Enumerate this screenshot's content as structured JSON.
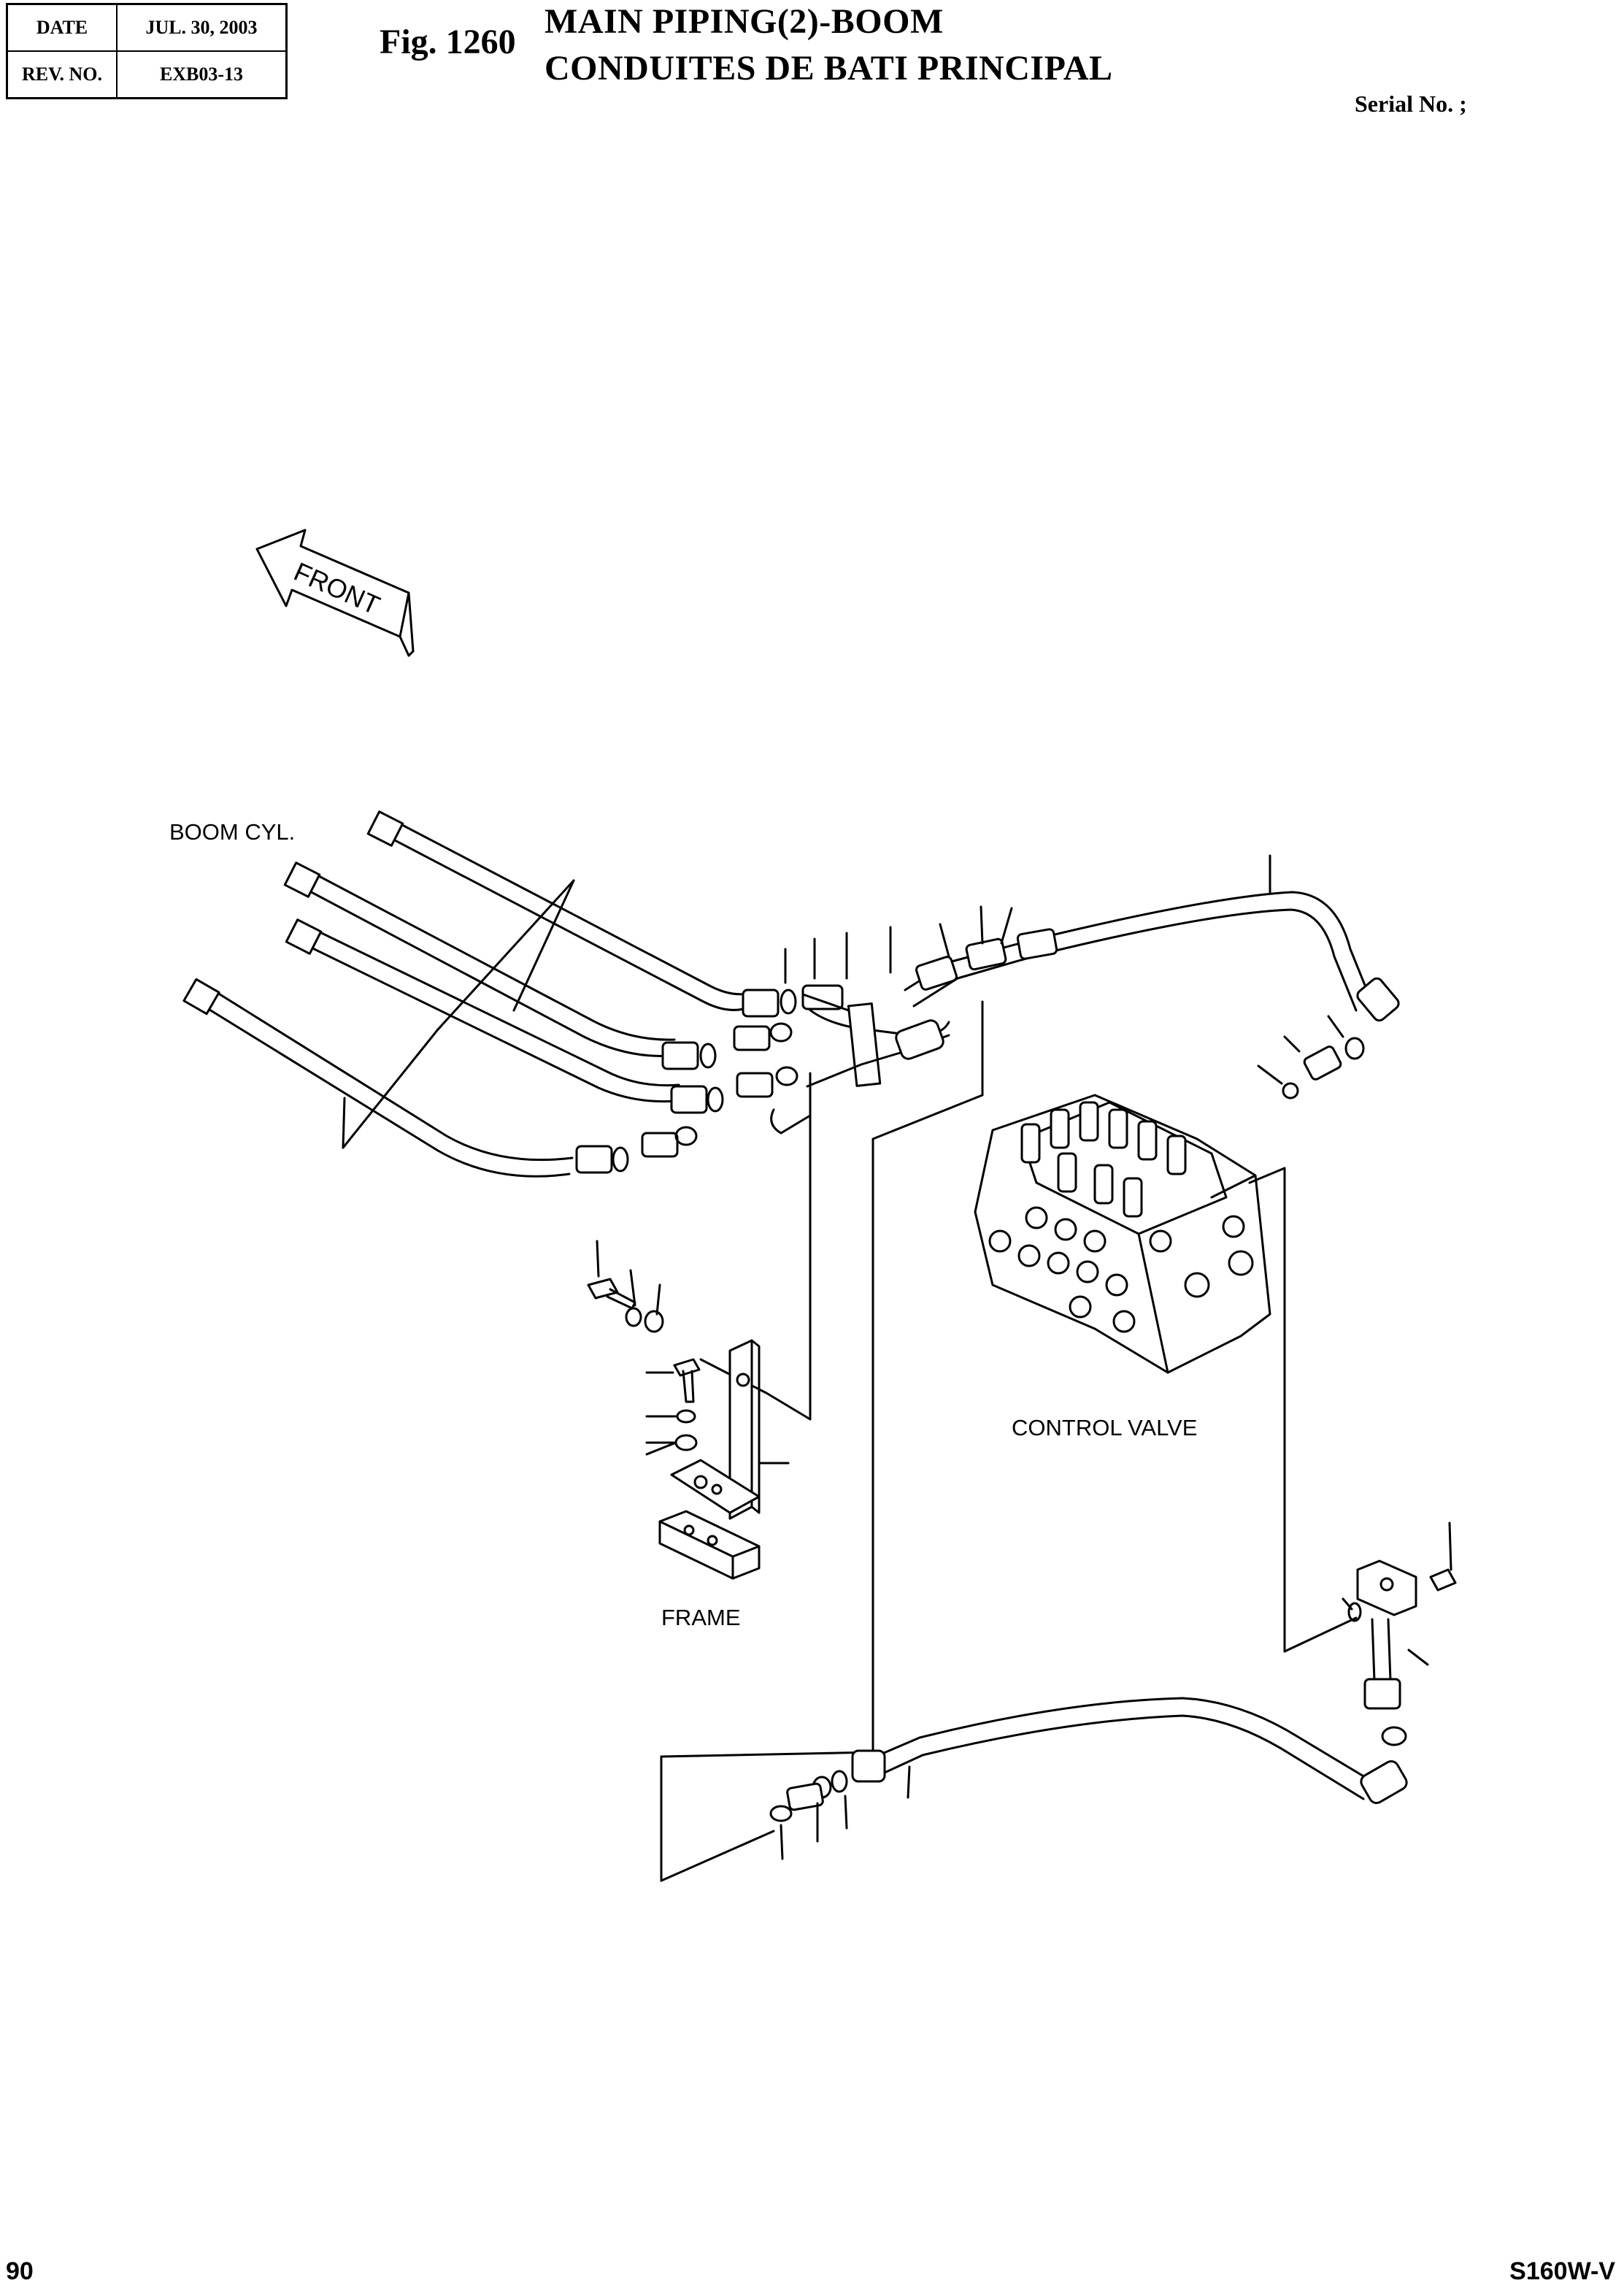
{
  "header": {
    "date_label": "DATE",
    "date_value": "JUL. 30, 2003",
    "rev_label": "REV. NO.",
    "rev_value": "EXB03-13"
  },
  "figure": {
    "number": "Fig. 1260",
    "title_en": "MAIN PIPING(2)-BOOM",
    "title_fr": "CONDUITES DE BATI PRINCIPAL",
    "serial": "Serial No. ;"
  },
  "labels": {
    "front": "FRONT",
    "boom_cyl": "BOOM CYL.",
    "control_valve": "CONTROL VALVE",
    "frame": "FRAME"
  },
  "footer": {
    "page": "90",
    "model": "S160W-V"
  }
}
